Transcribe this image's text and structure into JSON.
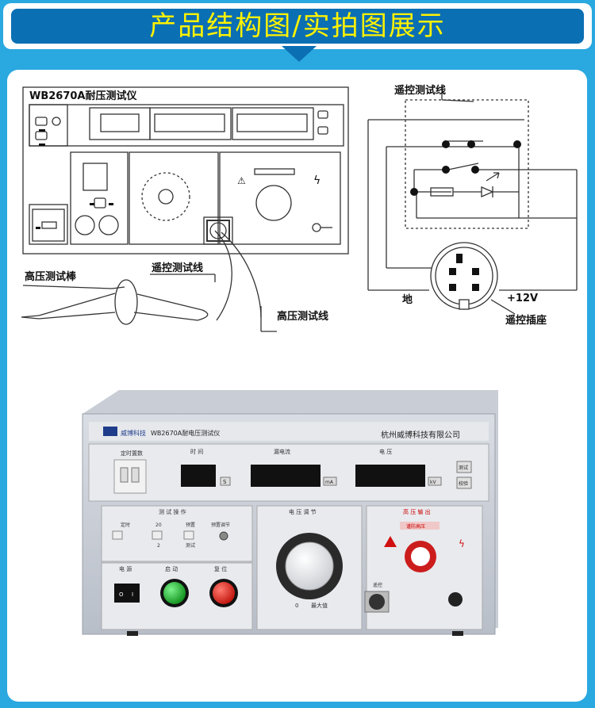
{
  "header": {
    "title": "产品结构图/实拍图展示"
  },
  "diagram": {
    "panel_title": "WB2670A耐压测试仪",
    "label_probe": "高压测试棒",
    "label_remote_line": "遥控测试线",
    "label_hv_line": "高压测试线",
    "circuit_title": "遥控测试线",
    "label_ground": "地",
    "label_12v": "+12V",
    "label_socket": "遥控插座"
  },
  "photo": {
    "brand": "威博科技",
    "model": "WB2670A耐电压测试仪",
    "company": "杭州威博科技有限公司",
    "timer_label": "定时置数",
    "time_label": "时    间",
    "leak_label": "漏电流",
    "voltage_label": "电    压",
    "unit_s": "S",
    "unit_ma": "mA",
    "unit_kv": "kV",
    "btn_test": "测试",
    "btn_calib": "校验",
    "test_op": "测 试 操 作",
    "op_timing": "定时",
    "op_20": "20",
    "op_2": "2",
    "op_range": "预置",
    "op_test": "测试",
    "op_adjust": "预置调节",
    "volt_adjust": "电 压 调 节",
    "hv_out": "高 压 输 出",
    "hv_warn": "谨防高压",
    "power": "电  源",
    "start": "启  动",
    "reset": "复  位",
    "remote": "遥控",
    "dial_min": "0",
    "dial_max": "最大值",
    "switch_o": "O",
    "switch_i": "I"
  }
}
